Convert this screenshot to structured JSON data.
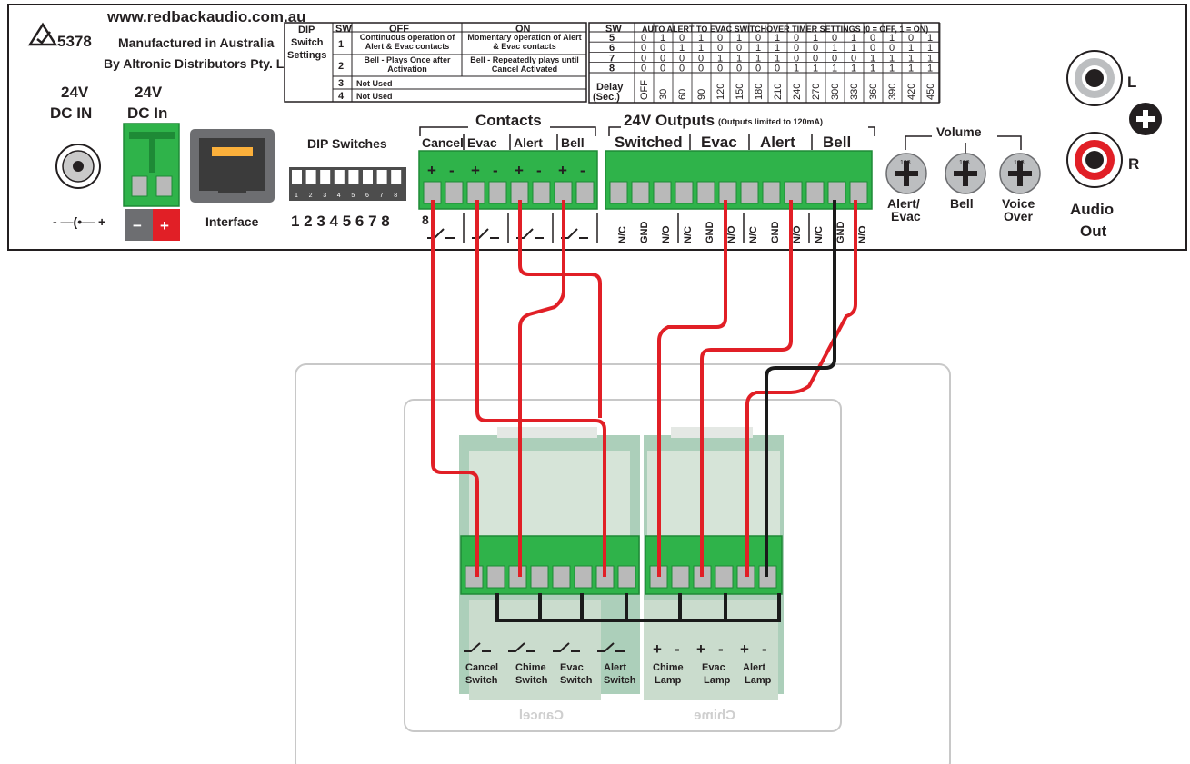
{
  "header": {
    "website": "www.redbackaudio.com.au",
    "model": "5378",
    "made_in": "Manufactured in Australia",
    "distributor": "By Altronic Distributors Pty. Ltd."
  },
  "dip_table": {
    "title_line1": "DIP",
    "title_line2": "Switch",
    "title_line3": "Settings",
    "col_sw": "SW",
    "col_off": "OFF",
    "col_on": "ON",
    "rows": [
      {
        "sw": "1",
        "off": "Continuous operation of Alert & Evac contacts",
        "on": "Momentary operation of Alert & Evac contacts"
      },
      {
        "sw": "2",
        "off": "Bell - Plays Once after Activation",
        "on": "Bell - Repeatedly plays until Cancel Activated"
      },
      {
        "sw": "3",
        "off": "Not Used",
        "on": ""
      },
      {
        "sw": "4",
        "off": "Not Used",
        "on": ""
      }
    ]
  },
  "timer_table": {
    "header_sw": "SW",
    "header_title": "AUTO ALERT TO EVAC SWITCHOVER TIMER SETTINGS (0 = OFF, 1 = ON)",
    "rows": [
      {
        "sw": "5",
        "bits": [
          "0",
          "1",
          "0",
          "1",
          "0",
          "1",
          "0",
          "1",
          "0",
          "1",
          "0",
          "1",
          "0",
          "1",
          "0",
          "1"
        ]
      },
      {
        "sw": "6",
        "bits": [
          "0",
          "0",
          "1",
          "1",
          "0",
          "0",
          "1",
          "1",
          "0",
          "0",
          "1",
          "1",
          "0",
          "0",
          "1",
          "1"
        ]
      },
      {
        "sw": "7",
        "bits": [
          "0",
          "0",
          "0",
          "0",
          "1",
          "1",
          "1",
          "1",
          "0",
          "0",
          "0",
          "0",
          "1",
          "1",
          "1",
          "1"
        ]
      },
      {
        "sw": "8",
        "bits": [
          "0",
          "0",
          "0",
          "0",
          "0",
          "0",
          "0",
          "0",
          "1",
          "1",
          "1",
          "1",
          "1",
          "1",
          "1",
          "1"
        ]
      }
    ],
    "delay_label_1": "Delay",
    "delay_label_2": "(Sec.)",
    "delays": [
      "OFF",
      "30",
      "60",
      "90",
      "120",
      "150",
      "180",
      "210",
      "240",
      "270",
      "300",
      "330",
      "360",
      "390",
      "420",
      "450"
    ]
  },
  "power": {
    "dc_in_1": "24V",
    "dc_in_2": "DC IN",
    "dc_in_b1": "24V",
    "dc_in_b2": "DC In",
    "polarity": "- —(•— +",
    "minus": "−",
    "plus": "+"
  },
  "interface_label": "Interface",
  "dip_switches": {
    "label": "DIP Switches",
    "numbers_small": [
      "1",
      "2",
      "3",
      "4",
      "5",
      "6",
      "7",
      "8"
    ],
    "numbers_big": "1 2 3 4 5 6 7 8"
  },
  "contacts": {
    "title": "Contacts",
    "groups": [
      "Cancel",
      "Evac",
      "Alert",
      "Bell"
    ],
    "pol": [
      "+",
      "-",
      "+",
      "-",
      "+",
      "-",
      "+",
      "-"
    ]
  },
  "outputs": {
    "title": "24V Outputs",
    "note": "(Outputs limited to 120mA)",
    "groups": [
      "Switched",
      "Evac",
      "Alert",
      "Bell"
    ],
    "pins": [
      "N/C",
      "GND",
      "N/O",
      "N/C",
      "GND",
      "N/O",
      "N/C",
      "GND",
      "N/O",
      "N/C",
      "GND",
      "N/O"
    ]
  },
  "volume": {
    "title": "Volume",
    "knob_marking": "103",
    "labels": [
      "Alert/\nEvac",
      "Bell",
      "Voice\nOver"
    ],
    "l1": "Alert/",
    "l1b": "Evac",
    "l2": "Bell",
    "l3": "Voice",
    "l3b": "Over"
  },
  "audio": {
    "left": "L",
    "right": "R",
    "out_1": "Audio",
    "out_2": "Out"
  },
  "wallplate": {
    "switch_labels": [
      [
        "Cancel",
        "Switch"
      ],
      [
        "Chime",
        "Switch"
      ],
      [
        "Evac",
        "Switch"
      ],
      [
        "Alert",
        "Switch"
      ]
    ],
    "lamp_labels": [
      [
        "Chime",
        "Lamp"
      ],
      [
        "Evac",
        "Lamp"
      ],
      [
        "Alert",
        "Lamp"
      ]
    ],
    "lamp_pol": [
      "+",
      "-",
      "+",
      "-",
      "+",
      "-"
    ],
    "button_left": "Cancel",
    "button_right": "Chime"
  },
  "colors": {
    "terminal_green": "#2fb34a",
    "terminal_dark": "#1e8a36",
    "wire_red": "#e11f26",
    "wire_black": "#1a1a1a",
    "ink": "#231f20"
  }
}
